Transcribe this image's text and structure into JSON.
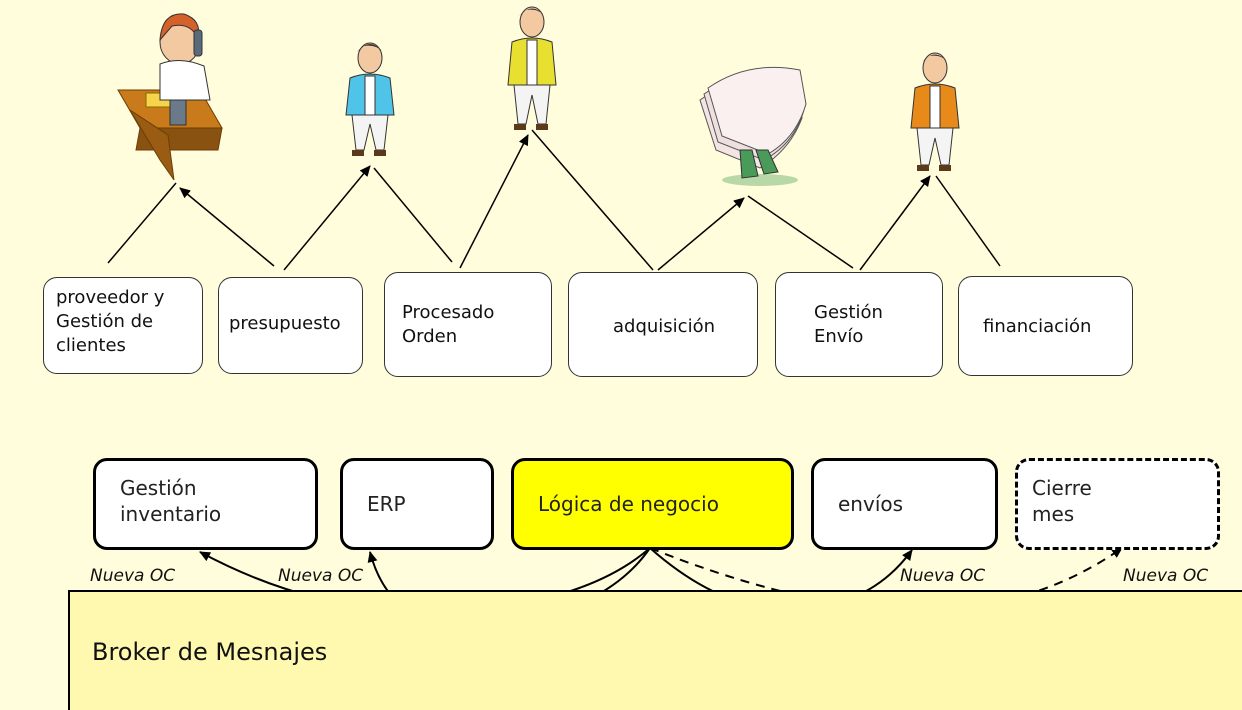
{
  "top_boxes": [
    {
      "text": "proveedor y\nGestión de\nclientes"
    },
    {
      "text": "presupuesto"
    },
    {
      "text": "Procesado\nOrden"
    },
    {
      "text": "adquisición"
    },
    {
      "text": "Gestión\nEnvío"
    },
    {
      "text": "financiación"
    }
  ],
  "services": [
    {
      "text": "Gestión\ninventario"
    },
    {
      "text": "ERP"
    },
    {
      "text": "Lógica de negocio"
    },
    {
      "text": "envíos"
    },
    {
      "text": "Cierre\nmes"
    }
  ],
  "message_labels": [
    "Nueva OC",
    "Nueva OC",
    "Nueva OC",
    "Nueva OC"
  ],
  "broker": {
    "label": "Broker de Mesnajes"
  },
  "colors": {
    "background": "#fffddc",
    "highlight": "#ffff00",
    "broker": "#fff9b0"
  }
}
